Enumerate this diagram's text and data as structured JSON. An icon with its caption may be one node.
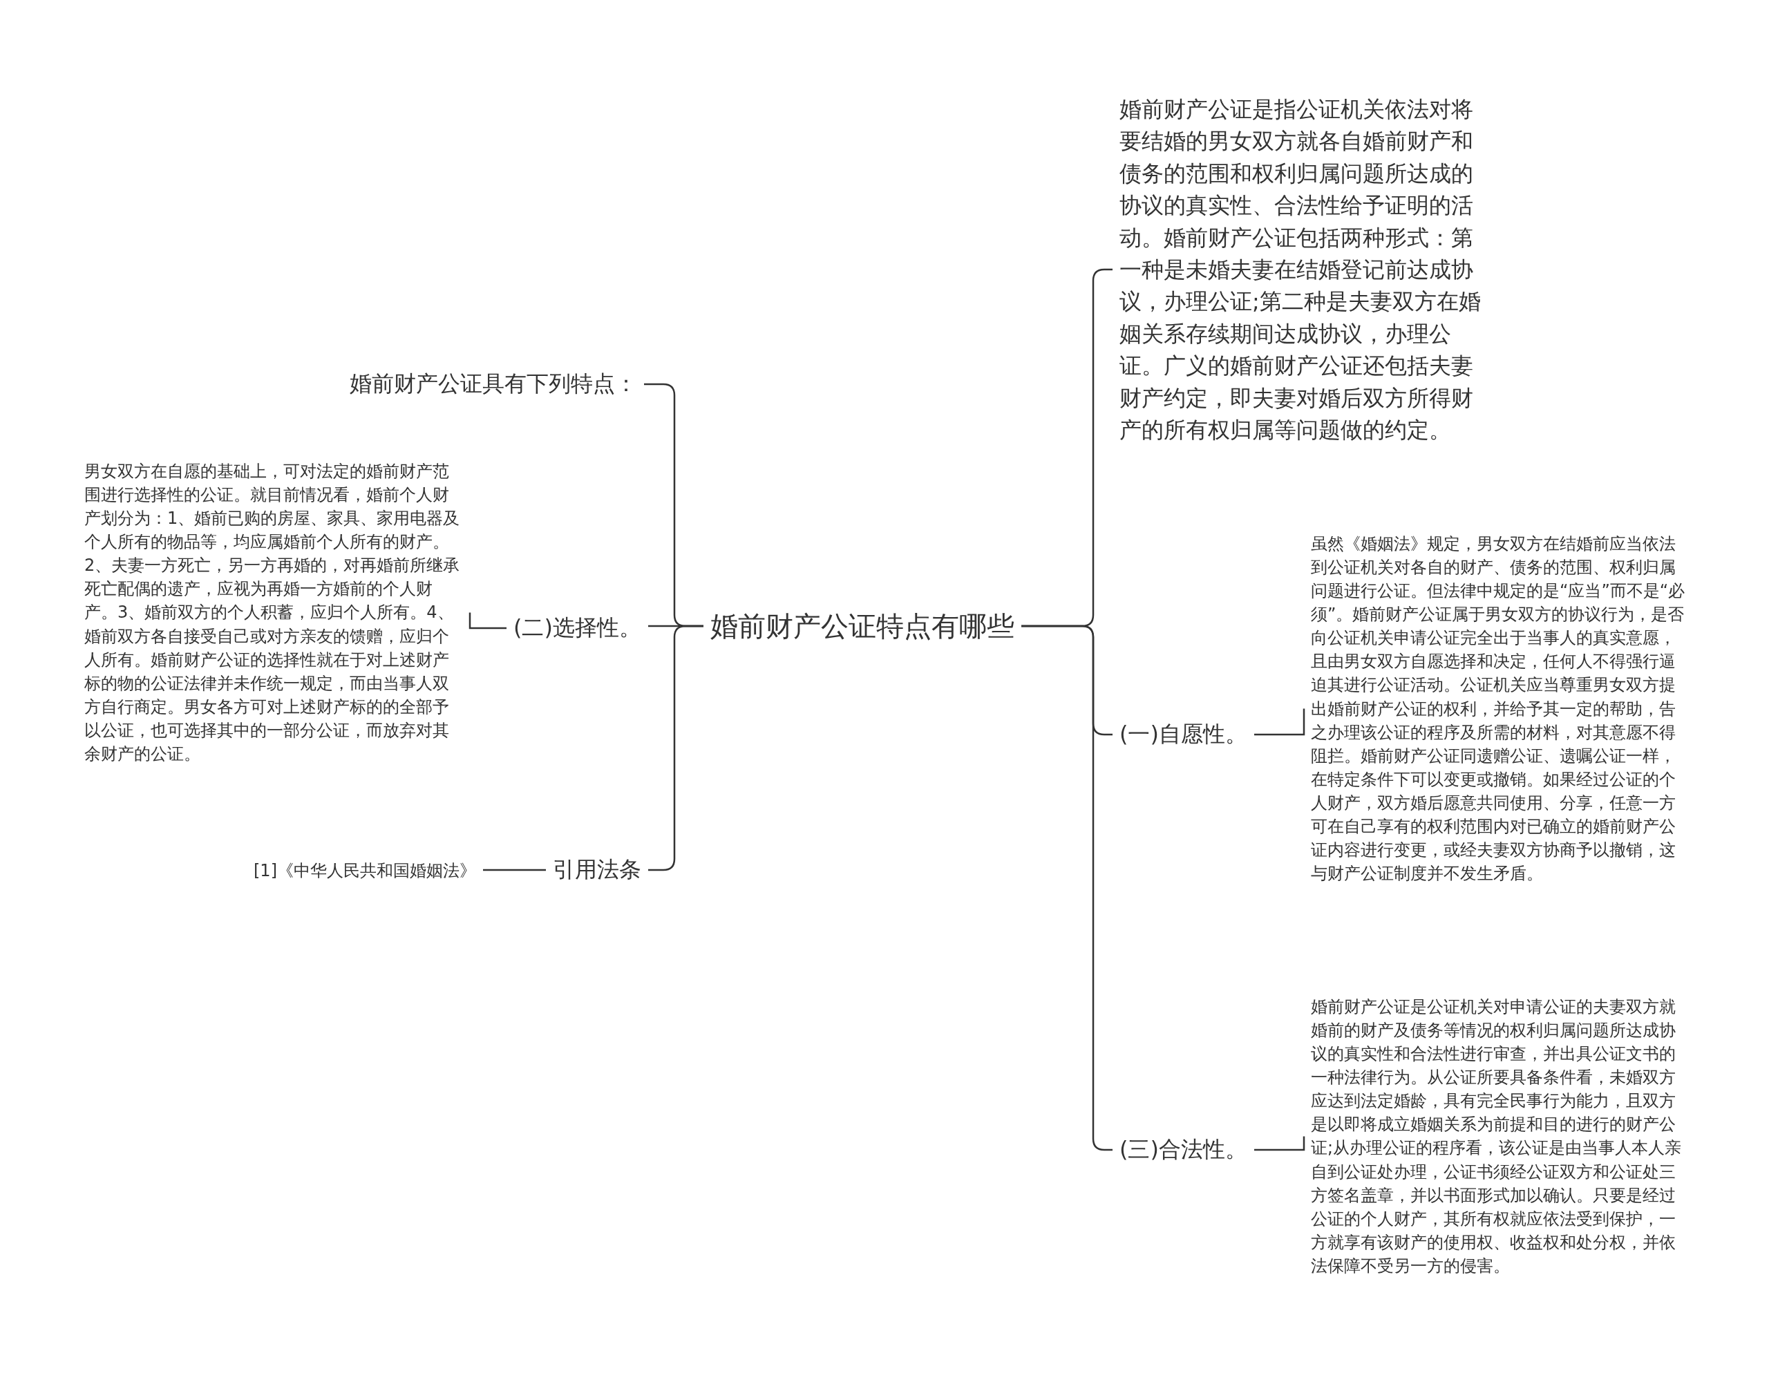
{
  "diagram": {
    "nodes": [
      {
        "text": [
          "婚前财产公证特点有哪些"
        ]
      },
      {
        "text": [
          "婚前财产公证是指公证机关依法对将要结婚的男女双方就各自婚前财产和债务的范围和权利归属问题所达成的协议的真实性、合法性给予证明的活动。婚前财产公证包括两种形式：第一种是未婚夫妻在结婚登记前达成协议，办理公证;第二种是夫妻双方在婚姻关系存续期间达成协议，办理公证。广义的婚前财产公证还包括夫妻财产约定，即夫妻对婚后双方所得财产的所有权归属等问题做的约定。"
        ]
      },
      {
        "text": [
          "(一)自愿性。"
        ]
      },
      {
        "text": [
          "虽然《婚姻法》规定，男女双方在结婚前应当依法到公证机关对各自的财产、债务的范围、权利归属问题进行公证。但法律中规定的是“应当”而不是“必须”。婚前财产公证属于男女双方的协议行为，是否向公证机关申请公证完全出于当事人的真实意愿，且由男女双方自愿选择和决定，任何人不得强行逼迫其进行公证活动。公证机关应当尊重男女双方提出婚前财产公证的权利，并给予其一定的帮助，告之办理该公证的程序及所需的材料，对其意愿不得阻拦。婚前财产公证同遗赠公证、遗嘱公证一样，在特定条件下可以变更或撤销。如果经过公证的个人财产，双方婚后愿意共同使用、分享，任意一方可在自己享有的权利范围内对已确立的婚前财产公证内容进行变更，或经夫妻双方协商予以撤销，这与财产公证制度并不发生矛盾。"
        ]
      },
      {
        "text": [
          "(三)合法性。"
        ]
      },
      {
        "text": [
          "婚前财产公证是公证机关对申请公证的夫妻双方就婚前的财产及债务等情况的权利归属问题所达成协议的真实性和合法性进行审查，并出具公证文书的一种法律行为。从公证所要具备条件看，未婚双方应达到法定婚龄，具有完全民事行为能力，且双方是以即将成立婚姻关系为前提和目的进行的财产公证;从办理公证的程序看，该公证是由当事人本人亲自到公证处办理，公证书须经公证双方和公证处三方签名盖章，并以书面形式加以确认。只要是经过公证的个人财产，其所有权就应依法受到保护，一方就享有该财产的使用权、收益权和处分权，并依法保障不受另一方的侵害。"
        ]
      },
      {
        "text": [
          "婚前财产公证具有下列特点："
        ]
      },
      {
        "text": [
          "(二)选择性。"
        ]
      },
      {
        "text": [
          "男女双方在自愿的基础上，可对法定的婚前财产范围进行选择性的公证。就目前情况看，婚前个人财产划分为：1、婚前已购的房屋、家具、家用电器及个人所有的物品等，均应属婚前个人所有的财产。2、夫妻一方死亡，另一方再婚的，对再婚前所继承死亡配偶的遗产，应视为再婚一方婚前的个人财产。3、婚前双方的个人积蓄，应归个人所有。4、婚前双方各自接受自己或对方亲友的馈赠，应归个人所有。婚前财产公证的选择性就在于对上述财产标的物的公证法律并未作统一规定，而由当事人双方自行商定。男女各方可对上述财产标的的全部予以公证，也可选择其中的一部分公证，而放弃对其余财产的公证。"
        ]
      },
      {
        "text": [
          "引用法条"
        ]
      },
      {
        "text": [
          "[1]《中华人民共和国婚姻法》"
        ]
      }
    ],
    "edges": [
      {
        "from": 0,
        "to": 1,
        "arrow": "none"
      },
      {
        "from": 0,
        "to": 2,
        "arrow": "none"
      },
      {
        "from": 0,
        "to": 4,
        "arrow": "none"
      },
      {
        "from": 0,
        "to": 6,
        "arrow": "none"
      },
      {
        "from": 0,
        "to": 7,
        "arrow": "none"
      },
      {
        "from": 0,
        "to": 9,
        "arrow": "none"
      },
      {
        "from": 2,
        "to": 3,
        "arrow": "none"
      },
      {
        "from": 4,
        "to": 5,
        "arrow": "none"
      },
      {
        "from": 7,
        "to": 8,
        "arrow": "none"
      },
      {
        "from": 9,
        "to": 10,
        "arrow": "none"
      }
    ]
  }
}
